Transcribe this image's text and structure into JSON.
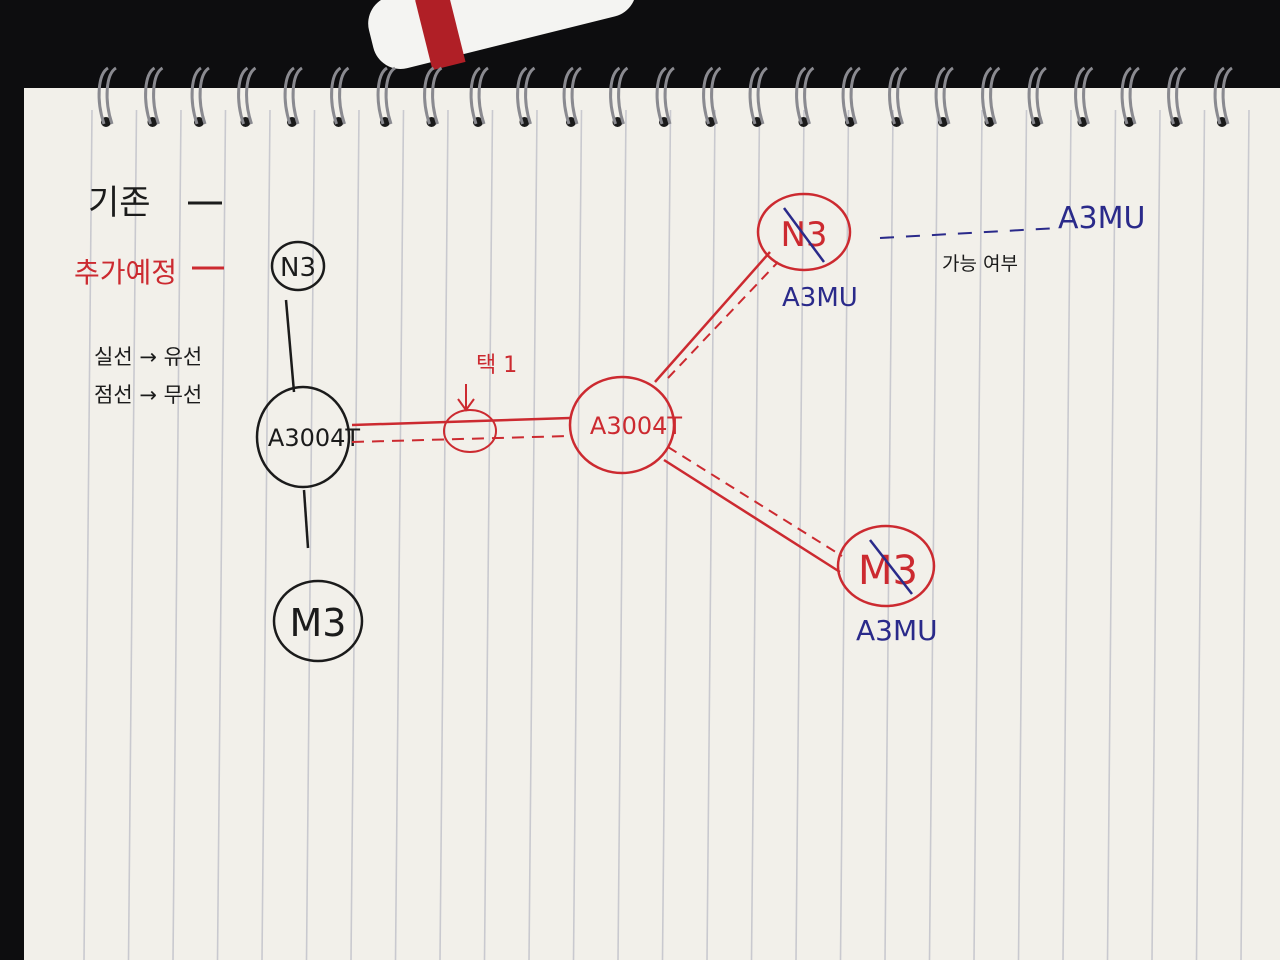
{
  "legend": {
    "existing_label": "기존",
    "planned_label": "추가예정",
    "note_line1": "실선 → 유선",
    "note_line2": "점선 → 무선"
  },
  "nodes": {
    "top_n3": "N3",
    "existing_a3004t": "A3004T",
    "bottom_m3": "M3",
    "new_a3004t": "A3004T",
    "upper_n3": "N3",
    "lower_m3": "M3"
  },
  "labels": {
    "junction": "택 1",
    "upper_a3mu": "A3MU",
    "lower_a3mu": "A3MU",
    "upper_right_a3mu": "A3MU",
    "feasibility": "가능 여부"
  },
  "colors": {
    "paper": "#f2f0ea",
    "rule": "#c9c9cf",
    "black_ink": "#1b1b1b",
    "red_ink": "#cc2a30",
    "blue_ink": "#2a2a8a",
    "background": "#0d0d0f",
    "spiral": "#8a8a90"
  }
}
